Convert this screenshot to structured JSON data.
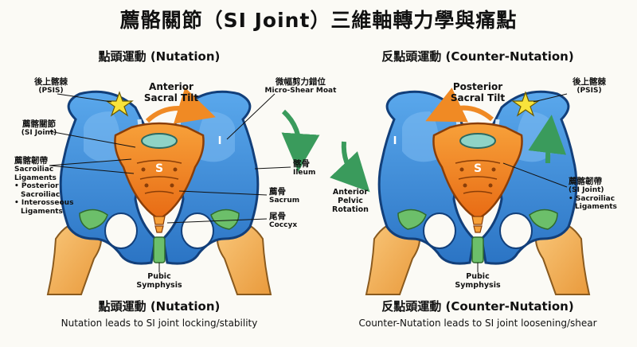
{
  "title": "薦骼關節（SI Joint）三維軸轉力學與痛點",
  "left_panel": {
    "heading": "點頭運動 (Nutation)",
    "psis_zh": "後上髂棘",
    "psis_en": "(PSIS)",
    "si_joint_zh": "薦髂關節",
    "si_joint_en": "(SI Joint)",
    "ligament_zh": "薦髂韌帶",
    "ligament_en_1": "Sacroiliac",
    "ligament_en_2": "Ligaments",
    "ligament_list": [
      "• Posterior",
      "Sacroiliac",
      "• Interosseous",
      "Ligaments"
    ],
    "tilt_1": "Anterior",
    "tilt_2": "Sacral Tilt",
    "shear_zh": "微幅剪力錯位",
    "shear_en": "Micro-Shear Moat",
    "ilium_zh": "髂骨",
    "ilium_en": "Ileum",
    "sacrum_zh": "薦骨",
    "sacrum_en": "Sacrum",
    "coccyx_zh": "尾骨",
    "coccyx_en": "Coccyx",
    "pubic_1": "Pubic",
    "pubic_2": "Symphysis",
    "sacrum_letter": "S",
    "ilium_letter": "I",
    "bottom_title": "點頭運動 (Nutation)",
    "bottom_sub": "Nutation leads to SI joint locking/stability"
  },
  "right_panel": {
    "heading": "反點頭運動 (Counter-Nutation)",
    "psis_zh": "後上髂棘",
    "psis_en": "(PSIS)",
    "tilt_1": "Posterior",
    "tilt_2": "Sacral Tilt",
    "pelvic_1": "Anterior",
    "pelvic_2": "Pelvic",
    "pelvic_3": "Rotation",
    "ligament_zh": "薦髂韌帶",
    "ligament_en": "(SI Joint)",
    "ligament_sub_1": "• Sacroiliac",
    "ligament_sub_2": "Ligaments",
    "pubic_1": "Pubic",
    "pubic_2": "Symphysis",
    "sacrum_letter": "S",
    "ilium_letter": "I",
    "bottom_title": "反點頭運動 (Counter-Nutation)",
    "bottom_sub": "Counter-Nutation leads to SI joint loosening/shear"
  },
  "colors": {
    "ilium": "#3a8fd9",
    "ilium_dark": "#1e5fa8",
    "sacrum": "#f07f22",
    "sacrum_dark": "#c85a10",
    "femur": "#f4b35e",
    "cartilage": "#6cbf6a",
    "star": "#f8e33b",
    "arrow_orange": "#f08a24",
    "arrow_green": "#3a9b5c"
  }
}
